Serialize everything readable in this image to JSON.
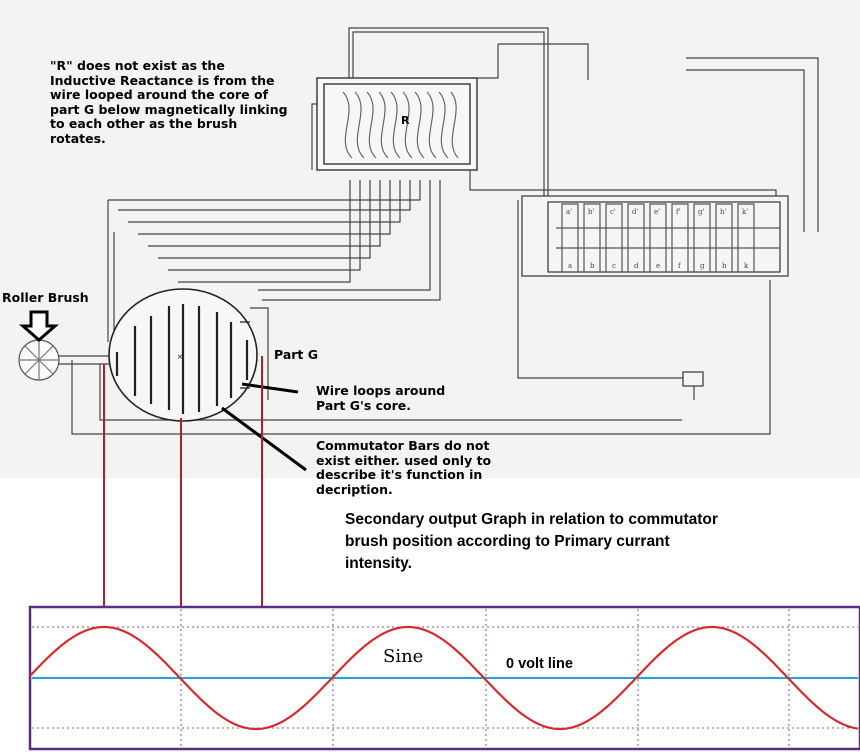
{
  "notes": {
    "r_note": "\"R\" does not exist as the\nInductive Reactance is from the\nwire looped around the core of\npart G below magnetically linking\nto each other as the brush\nrotates.",
    "roller_brush": "Roller Brush",
    "part_g": "Part G",
    "wire_loops": "Wire loops around\nPart G's core.",
    "commutator": "Commutator Bars do not\nexist either. used only to\ndescribe it's function in\ndecription.",
    "r_label": "R"
  },
  "graph": {
    "title": "Secondary output Graph in relation to commutator\nbrush position according to Primary currant\nintensity.",
    "sine_label": "Sine",
    "zero_line_label": "0 volt line",
    "colors": {
      "wave": "#d42b2b",
      "zero_line": "#2aa0d8",
      "frame": "#5a2d82",
      "grid": "#7a5a9a"
    }
  }
}
